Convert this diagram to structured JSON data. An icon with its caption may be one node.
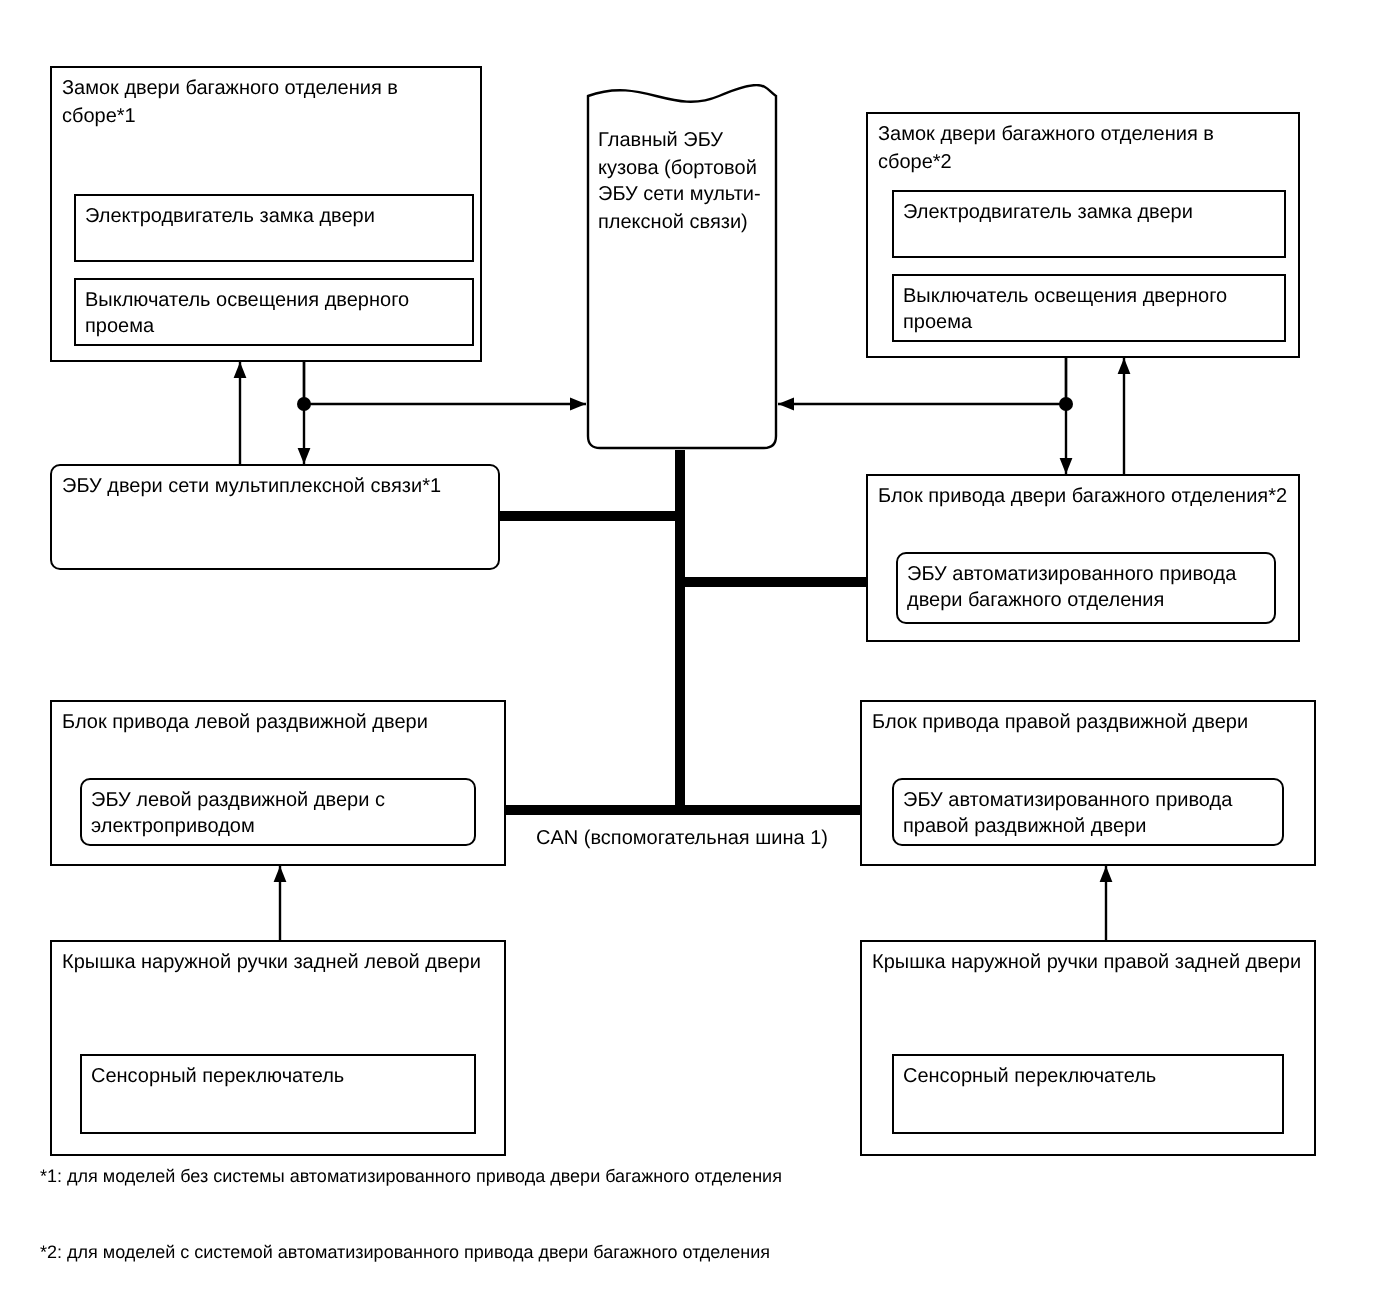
{
  "diagram": {
    "nodes": [
      {
        "text": [
          "Замок двери багажного отделения в сборе*1"
        ]
      },
      {
        "text": [
          "Электродвигатель замка двери"
        ],
        "in": 0
      },
      {
        "text": [
          "Выключатель освещения дверного проема"
        ],
        "in": 0
      },
      {
        "text": [
          "Главный ЭБУ кузова (бортовой ЭБУ сети мульти-плексной связи)"
        ]
      },
      {
        "text": [
          "Замок двери багажного отделения в сборе*2"
        ]
      },
      {
        "text": [
          "Электродвигатель замка двери"
        ],
        "in": 4
      },
      {
        "text": [
          "Выключатель освещения дверного проема"
        ],
        "in": 4
      },
      {
        "text": [
          "ЭБУ двери сети мультиплексной связи*1"
        ]
      },
      {
        "text": [
          "Блок привода двери багажного отделения*2"
        ]
      },
      {
        "text": [
          "ЭБУ автоматизированного привода двери багажного отделения"
        ],
        "in": 8
      },
      {
        "text": [
          "Блок привода левой раздвижной двери"
        ]
      },
      {
        "text": [
          "ЭБУ левой раздвижной двери с электроприводом"
        ],
        "in": 10
      },
      {
        "text": [
          "Блок привода правой раздвижной двери"
        ]
      },
      {
        "text": [
          "ЭБУ автоматизированного привода правой раздвижной двери"
        ],
        "in": 12
      },
      {
        "text": [
          "Крышка наружной ручки задней левой двери"
        ]
      },
      {
        "text": [
          "Сенсорный переключатель"
        ],
        "in": 14
      },
      {
        "text": [
          "Крышка наружной ручки правой задней двери"
        ]
      },
      {
        "text": [
          "Сенсорный переключатель"
        ],
        "in": 16
      }
    ],
    "edges": [
      {
        "from": 7,
        "to": 0,
        "arrow": "to"
      },
      {
        "from": 0,
        "to": 7,
        "arrow": "to"
      },
      {
        "from": 0,
        "to": 3,
        "arrow": "to"
      },
      {
        "from": 4,
        "to": 3,
        "arrow": "to"
      },
      {
        "from": 4,
        "to": 8,
        "arrow": "to"
      },
      {
        "from": 8,
        "to": 4,
        "arrow": "to"
      },
      {
        "from": 3,
        "to": 7,
        "arrow": "none",
        "style": "thick"
      },
      {
        "from": 3,
        "to": 8,
        "arrow": "none",
        "style": "thick"
      },
      {
        "from": 3,
        "to": 10,
        "arrow": "none",
        "style": "thick"
      },
      {
        "from": 3,
        "to": 12,
        "arrow": "none",
        "style": "thick"
      },
      {
        "from": 14,
        "to": 10,
        "arrow": "to"
      },
      {
        "from": 16,
        "to": 12,
        "arrow": "to"
      }
    ],
    "labels": [
      "CAN (вспомогательная шина 1)",
      "*1: для моделей без системы автоматизированного привода двери багажного отделения",
      "*2: для моделей с системой автоматизированного привода двери багажного отделения"
    ]
  }
}
